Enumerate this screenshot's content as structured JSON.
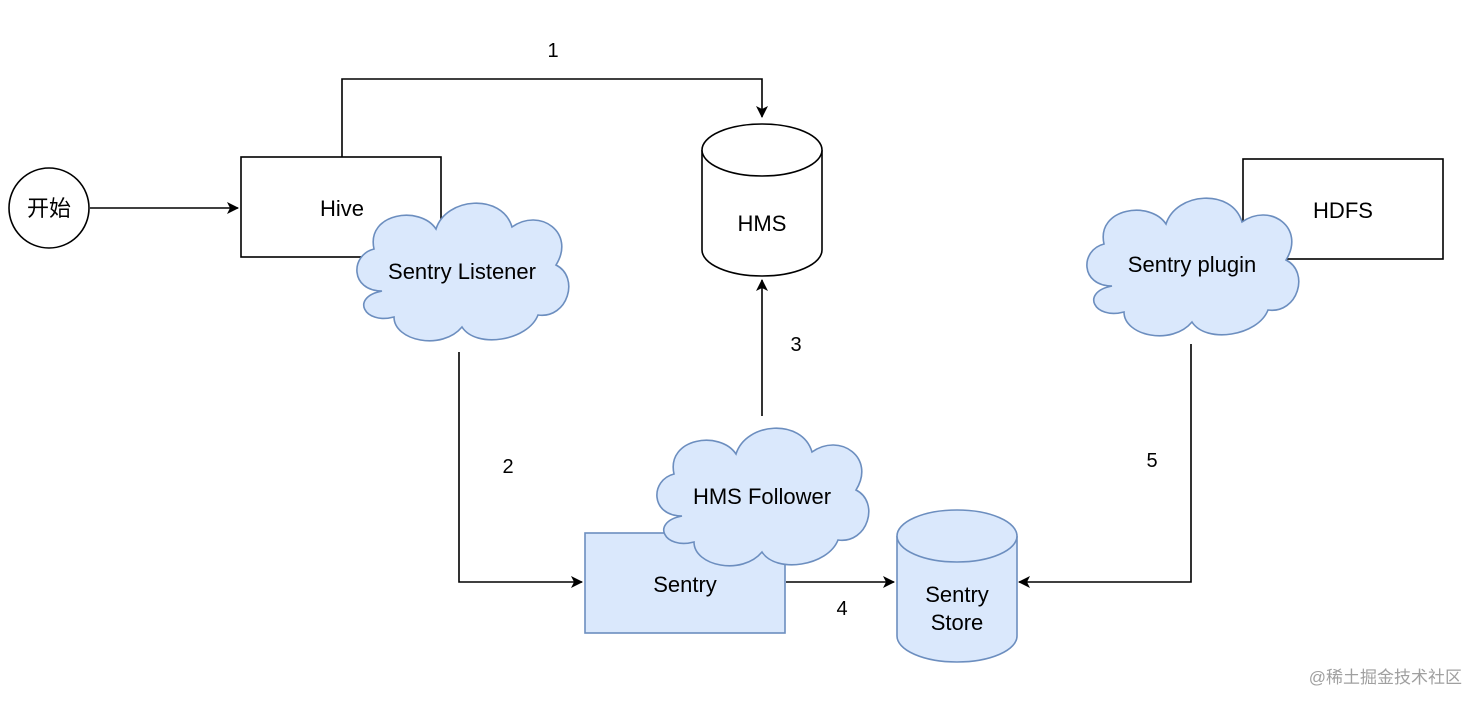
{
  "colors": {
    "stroke": "#000000",
    "accent_fill": "#dae8fc",
    "accent_stroke": "#6c8ebf",
    "watermark": "#a0a0a0"
  },
  "nodes": {
    "start": {
      "label": "开始",
      "shape": "circle"
    },
    "hive": {
      "label": "Hive",
      "shape": "rectangle"
    },
    "sentry_listener": {
      "label": "Sentry Listener",
      "shape": "cloud"
    },
    "hms": {
      "label": "HMS",
      "shape": "cylinder"
    },
    "hdfs": {
      "label": "HDFS",
      "shape": "rectangle"
    },
    "sentry_plugin": {
      "label": "Sentry plugin",
      "shape": "cloud"
    },
    "hms_follower": {
      "label": "HMS Follower",
      "shape": "cloud"
    },
    "sentry": {
      "label": "Sentry",
      "shape": "rectangle"
    },
    "sentry_store": {
      "label_line1": "Sentry",
      "label_line2": "Store",
      "shape": "cylinder"
    }
  },
  "edges": {
    "e1": {
      "label": "1",
      "from": "Hive",
      "to": "HMS"
    },
    "e2": {
      "label": "2",
      "from": "Sentry Listener",
      "to": "Sentry"
    },
    "e3": {
      "label": "3",
      "from": "HMS Follower",
      "to": "HMS"
    },
    "e4": {
      "label": "4",
      "from": "Sentry",
      "to": "Sentry Store"
    },
    "e5": {
      "label": "5",
      "from": "Sentry plugin",
      "to": "Sentry Store"
    }
  },
  "watermark": "@稀土掘金技术社区"
}
